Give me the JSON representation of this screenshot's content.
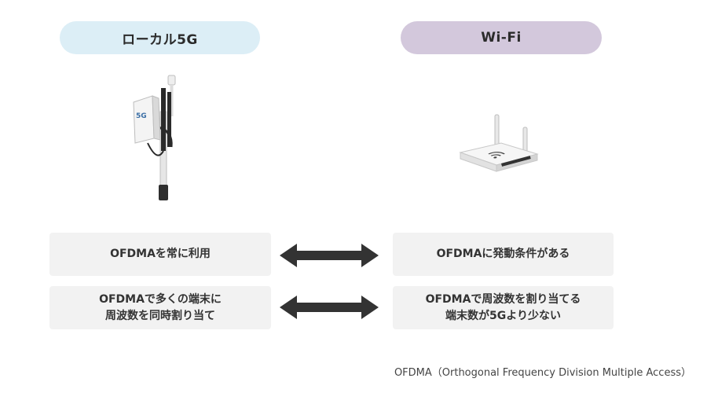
{
  "headers": {
    "local5g": "ローカル5G",
    "wifi": "Wi-Fi"
  },
  "illustrations": {
    "local5g": {
      "icon": "5g-antenna-pole-icon",
      "label": "5G"
    },
    "wifi": {
      "icon": "wifi-router-icon"
    }
  },
  "comparisons": [
    {
      "left": [
        "OFDMAを常に利用"
      ],
      "right": [
        "OFDMAに発動条件がある"
      ]
    },
    {
      "left": [
        "OFDMAで多くの端末に",
        "周波数を同時割り当て"
      ],
      "right": [
        "OFDMAで周波数を割り当てる",
        "端末数が5Gより少ない"
      ]
    }
  ],
  "footnote": "OFDMA（Orthogonal Frequency Division Multiple Access）",
  "colors": {
    "local5g_pill": "#dceef6",
    "wifi_pill": "#d3c8dc",
    "box": "#f2f2f2",
    "arrow": "#333333"
  }
}
